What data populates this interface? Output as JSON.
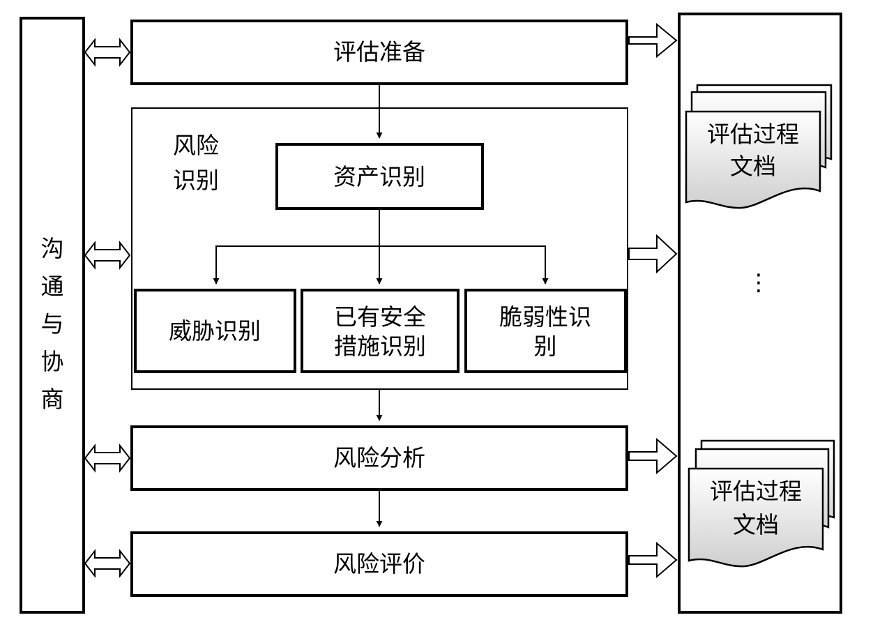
{
  "communication": {
    "label": [
      "沟",
      "通",
      "与",
      "协",
      "商"
    ]
  },
  "stages": {
    "preparation": "评估准备",
    "identification_title": [
      "风险",
      "识别"
    ],
    "asset_identification": "资产识别",
    "threat_identification": "威胁识别",
    "existing_measures": [
      "已有安全",
      "措施识别"
    ],
    "vulnerability_identification": [
      "脆弱性识",
      "别"
    ],
    "analysis": "风险分析",
    "evaluation": "风险评价"
  },
  "documents": {
    "top": [
      "评估过程",
      "文档"
    ],
    "bottom": [
      "评估过程",
      "文档"
    ],
    "ellipsis": "⋮"
  },
  "colors": {
    "line": "#000000",
    "background": "#ffffff",
    "doc_gradient_top": "#ffffff",
    "doc_gradient_bottom": "#cfcfcf"
  }
}
